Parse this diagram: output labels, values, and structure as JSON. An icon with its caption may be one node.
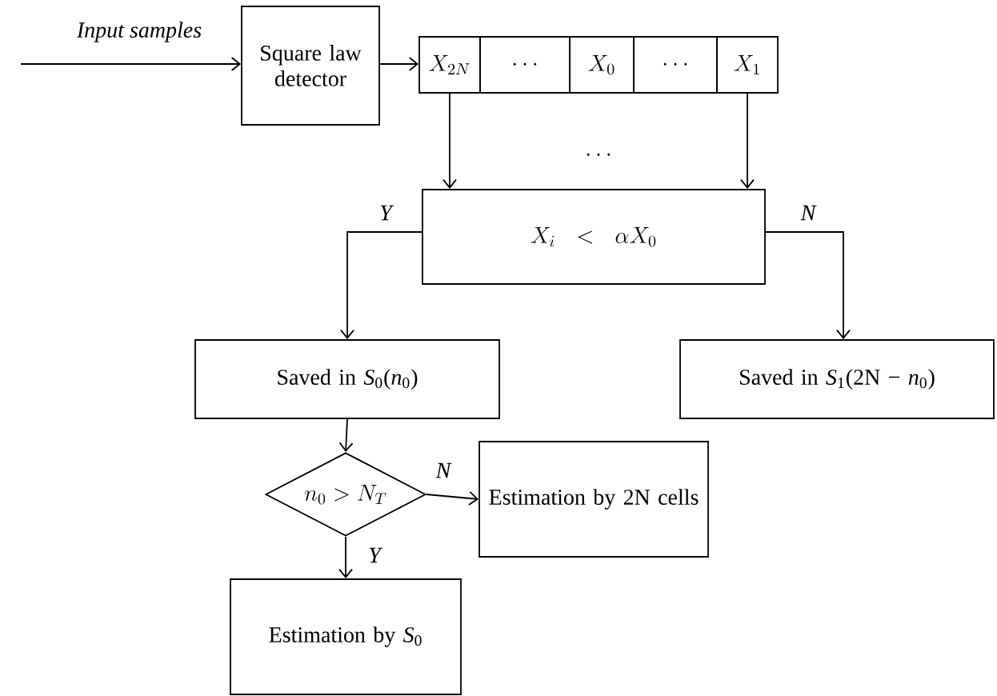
{
  "diagram": {
    "nodes": [
      {
        "text": [
          "Square law detector"
        ]
      },
      {
        "text": [
          "X_{2N}"
        ]
      },
      {
        "text": [
          "\\cdots"
        ]
      },
      {
        "text": [
          "X_0"
        ]
      },
      {
        "text": [
          "\\cdots"
        ]
      },
      {
        "text": [
          "X_1"
        ]
      },
      {
        "text": [
          "X_i < \\alpha X_0"
        ]
      },
      {
        "text": [
          "Saved in *S*$_{0}$(*n*$_{0}$)"
        ]
      },
      {
        "text": [
          "Saved in *S*$_{1}$(2N − *n*$_{0}$)"
        ]
      },
      {
        "text": [
          "n_0 > N_T"
        ]
      },
      {
        "text": [
          "Estimation by 2N cells"
        ]
      },
      {
        "text": [
          "Estimation by *S*$_{0}$"
        ]
      }
    ],
    "edges": [
      {
        "from": null,
        "to": 0,
        "arrow": "to",
        "label": "Input samples"
      },
      {
        "from": 0,
        "to": 1,
        "arrow": "to"
      },
      {
        "from": 1,
        "to": 6,
        "arrow": "to"
      },
      {
        "from": 5,
        "to": 6,
        "arrow": "to"
      },
      {
        "from": 6,
        "to": 7,
        "arrow": "to",
        "label": "Y"
      },
      {
        "from": 6,
        "to": 8,
        "arrow": "to",
        "label": "N"
      },
      {
        "from": 7,
        "to": 9,
        "arrow": "to"
      },
      {
        "from": 9,
        "to": 10,
        "arrow": "to",
        "label": "N"
      },
      {
        "from": 9,
        "to": 11,
        "arrow": "to",
        "label": "Y"
      }
    ],
    "labels": [
      "\\cdots"
    ]
  }
}
